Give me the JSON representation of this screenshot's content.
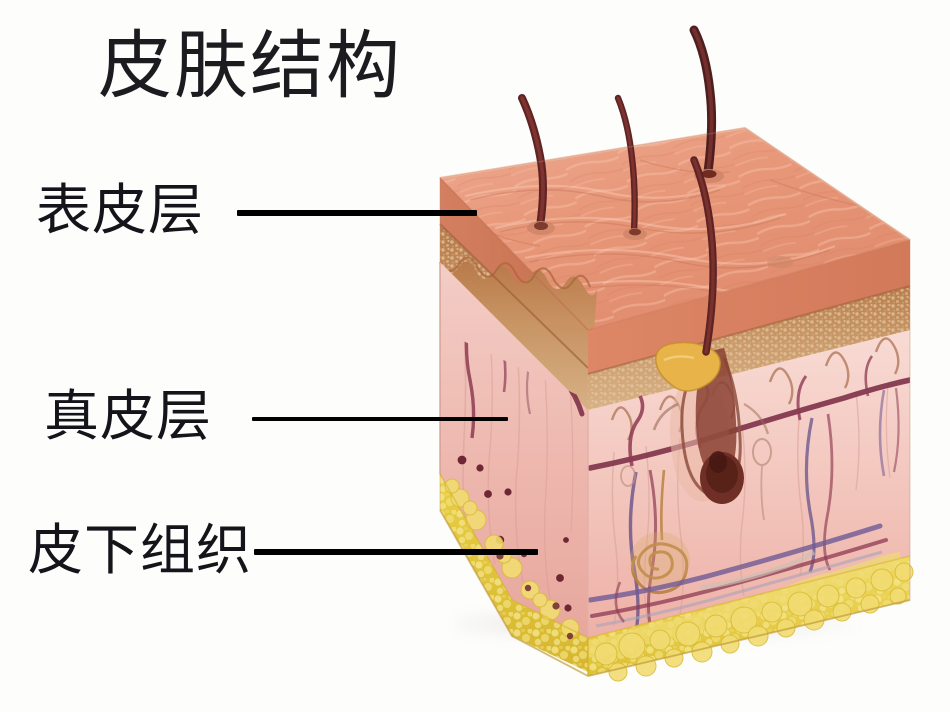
{
  "page": {
    "title": "皮肤结构",
    "background_color": "#ffffff",
    "subject": "skin-cross-section-diagram"
  },
  "labels": [
    {
      "id": "epidermis",
      "text": "表皮层",
      "leader_name": "leader-line-epidermis"
    },
    {
      "id": "dermis",
      "text": "真皮层",
      "leader_name": "leader-line-dermis"
    },
    {
      "id": "subcutaneous",
      "text": "皮下组织",
      "leader_name": "leader-line-subcutaneous"
    }
  ],
  "diagram": {
    "name": "skin-block-3d",
    "layers": [
      {
        "name": "epidermis-surface",
        "color": "#e9937a"
      },
      {
        "name": "epidermis-granular",
        "color": "#c07a4e"
      },
      {
        "name": "dermis",
        "color": "#f0bdb4"
      },
      {
        "name": "subcutaneous-fat",
        "color": "#e8c93f"
      }
    ],
    "colors": {
      "surface_light": "#f0a88d",
      "surface_mid": "#e4876c",
      "surface_shadow": "#cf7358",
      "granular_light": "#d2a070",
      "granular_dark": "#a9673c",
      "dermis_light": "#f6d3cc",
      "dermis_mid": "#efb9b0",
      "dermis_deep": "#e8a79e",
      "fat_light": "#f2dc72",
      "fat_mid": "#e3c33b",
      "fat_dark": "#c9a728",
      "vessel_artery": "#8e2f44",
      "vessel_vein": "#5d4a86",
      "hair": "#6b2b2b",
      "follicle": "#7d3b2e",
      "gland": "#b9813f",
      "sebaceous": "#e8b44a",
      "leader_line": "#000000",
      "text": "#14141a"
    },
    "features": [
      {
        "name": "hair-shaft",
        "count": 4
      },
      {
        "name": "hair-follicle",
        "count": 1
      },
      {
        "name": "sebaceous-gland",
        "count": 1
      },
      {
        "name": "sweat-gland",
        "count": 1
      },
      {
        "name": "blood-vessel-network",
        "count": 1
      },
      {
        "name": "nerve-ending",
        "count": 1
      },
      {
        "name": "dermal-papilla",
        "count": 12
      }
    ]
  }
}
